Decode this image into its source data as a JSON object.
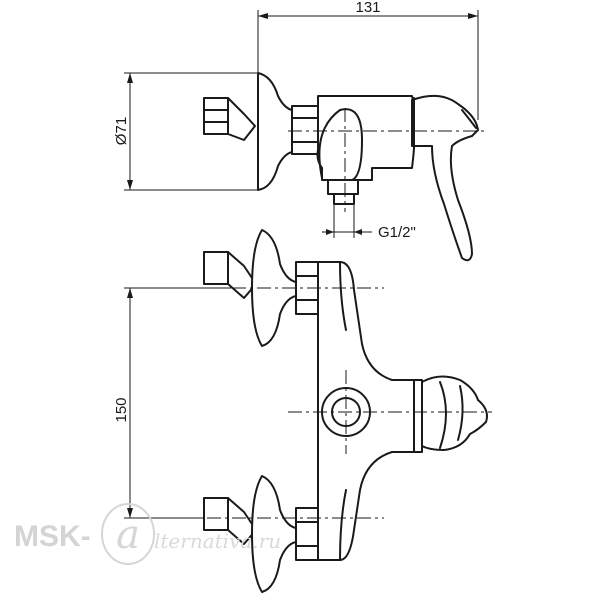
{
  "dimensions": {
    "top_width": "131",
    "diameter": "Ø71",
    "thread": "G1/2\"",
    "spacing": "150"
  },
  "watermark": {
    "prefix": "MSK-",
    "script": "lternativa.ru"
  },
  "colors": {
    "line": "#1a1a1a",
    "watermark": "#d4d4d4",
    "background": "#ffffff"
  }
}
